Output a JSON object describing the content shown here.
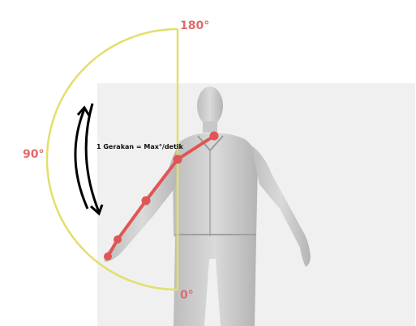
{
  "labels": {
    "top_angle": "180°",
    "side_angle": "90°",
    "bottom_angle": "0°",
    "formula": "1 Gerakan = Max°/detik"
  },
  "colors": {
    "background": "#ffffff",
    "figure_backdrop": "#f0f0f0",
    "figure_body": "#cfcfcf",
    "figure_shadow": "#9c9c9c",
    "semicircle": "#e3df6a",
    "joints": "#e05555",
    "angle_text": "#e06a6a",
    "arrow": "#000000",
    "formula_text": "#111111"
  },
  "icons": {
    "rotation_arrows": "double-curved-arrow-icon",
    "figure": "human-body-scan"
  }
}
